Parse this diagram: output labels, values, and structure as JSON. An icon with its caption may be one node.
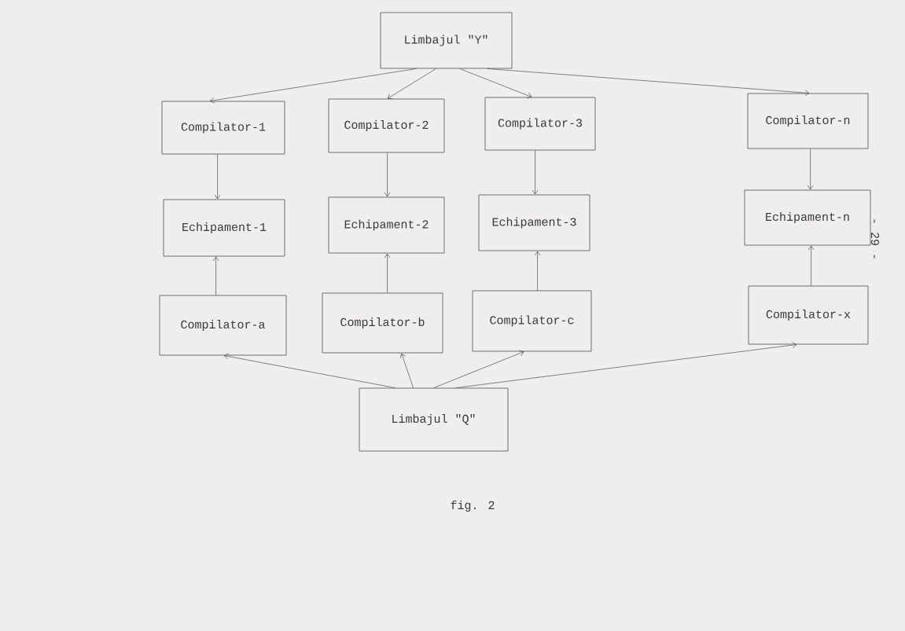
{
  "diagram": {
    "caption": "fig. 2",
    "nodes": [
      {
        "text": [
          "Limbajul \"Y\""
        ]
      },
      {
        "text": [
          "Compilator-1"
        ]
      },
      {
        "text": [
          "Compilator-2"
        ]
      },
      {
        "text": [
          "Compilator-3"
        ]
      },
      {
        "text": [
          "Compilator-n"
        ]
      },
      {
        "text": [
          "Echipament-1"
        ]
      },
      {
        "text": [
          "Echipament-2"
        ]
      },
      {
        "text": [
          "Echipament-3"
        ]
      },
      {
        "text": [
          "Echipament-n"
        ]
      },
      {
        "text": [
          "Compilator-a"
        ]
      },
      {
        "text": [
          "Compilator-b"
        ]
      },
      {
        "text": [
          "Compilator-c"
        ]
      },
      {
        "text": [
          "Compilator-x"
        ]
      },
      {
        "text": [
          "Limbajul \"Q\""
        ]
      }
    ],
    "edges": [
      {
        "from": 0,
        "to": 1,
        "arrow": "to"
      },
      {
        "from": 0,
        "to": 2,
        "arrow": "to"
      },
      {
        "from": 0,
        "to": 3,
        "arrow": "to"
      },
      {
        "from": 0,
        "to": 4,
        "arrow": "to"
      },
      {
        "from": 1,
        "to": 5,
        "arrow": "to"
      },
      {
        "from": 2,
        "to": 6,
        "arrow": "to"
      },
      {
        "from": 3,
        "to": 7,
        "arrow": "to"
      },
      {
        "from": 4,
        "to": 8,
        "arrow": "to"
      },
      {
        "from": 9,
        "to": 5,
        "arrow": "to"
      },
      {
        "from": 10,
        "to": 6,
        "arrow": "to"
      },
      {
        "from": 11,
        "to": 7,
        "arrow": "to"
      },
      {
        "from": 12,
        "to": 8,
        "arrow": "to"
      },
      {
        "from": 13,
        "to": 9,
        "arrow": "to"
      },
      {
        "from": 13,
        "to": 10,
        "arrow": "to"
      },
      {
        "from": 13,
        "to": 11,
        "arrow": "to"
      },
      {
        "from": 13,
        "to": 12,
        "arrow": "to"
      }
    ],
    "labels": [
      "- 29 -"
    ]
  }
}
